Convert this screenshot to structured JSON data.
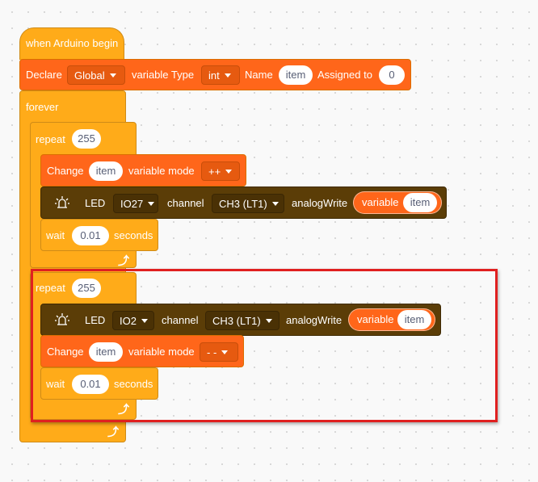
{
  "hat": {
    "label": "when Arduino begin"
  },
  "declare": {
    "label": "Declare",
    "scope": "Global",
    "type_label": "variable Type",
    "type_value": "int",
    "name_label": "Name",
    "name_value": "item",
    "assign_label": "Assigned to",
    "assign_value": "0"
  },
  "forever": {
    "label": "forever"
  },
  "loop1": {
    "repeat_label": "repeat",
    "repeat_count": "255",
    "change": {
      "label": "Change",
      "var": "item",
      "mode_label": "variable mode",
      "mode": "++"
    },
    "led": {
      "label": "LED",
      "pin": "IO27",
      "channel_label": "channel",
      "channel": "CH3 (LT1)",
      "write_label": "analogWrite",
      "var_label": "variable",
      "var": "item"
    },
    "wait": {
      "label": "wait",
      "value": "0.01",
      "unit": "seconds"
    }
  },
  "loop2": {
    "repeat_label": "repeat",
    "repeat_count": "255",
    "led": {
      "label": "LED",
      "pin": "IO2",
      "channel_label": "channel",
      "channel": "CH3 (LT1)",
      "write_label": "analogWrite",
      "var_label": "variable",
      "var": "item"
    },
    "change": {
      "label": "Change",
      "var": "item",
      "mode_label": "variable mode",
      "mode": "- -"
    },
    "wait": {
      "label": "wait",
      "value": "0.01",
      "unit": "seconds"
    }
  },
  "colors": {
    "control": "#ffab19",
    "variable": "#ff661a",
    "device": "#5b3d07",
    "highlight": "#e02020"
  }
}
